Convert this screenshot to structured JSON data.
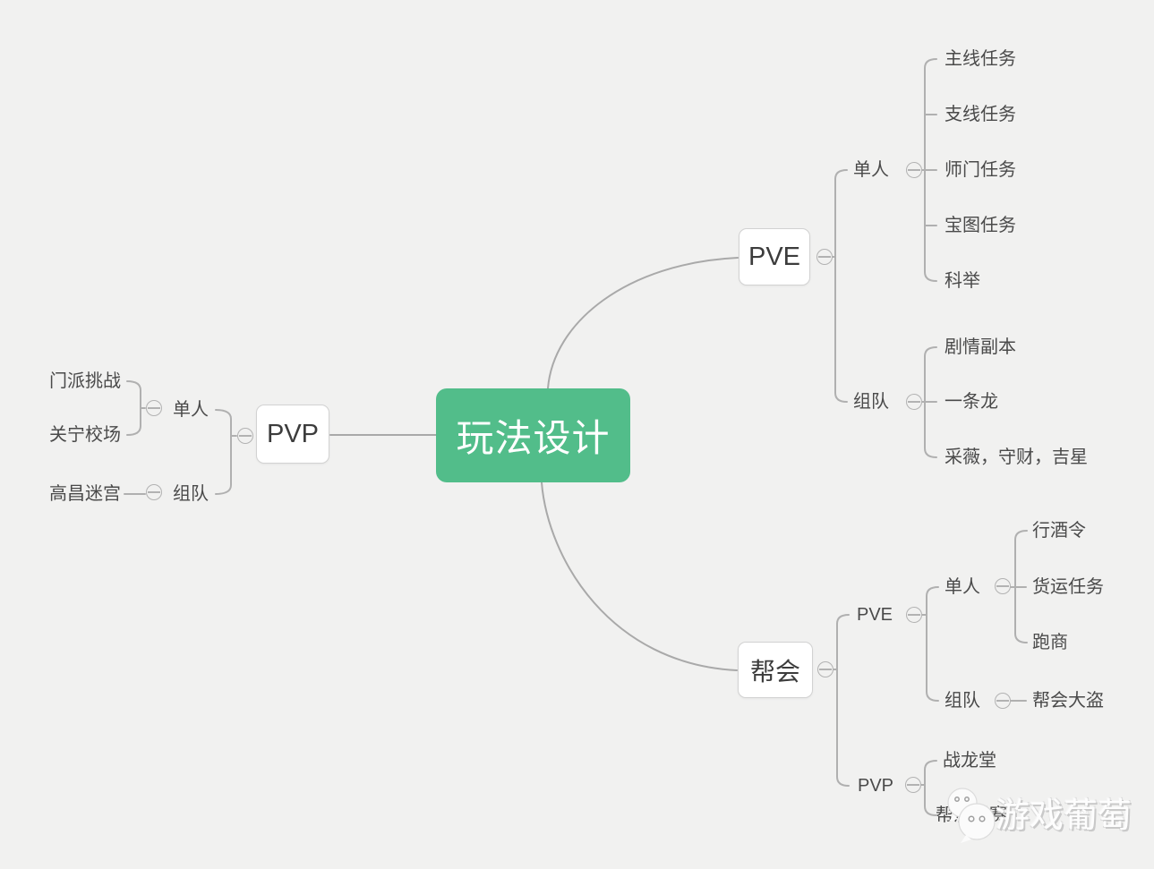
{
  "root": {
    "label": "玩法设计"
  },
  "top_branch": {
    "node": "PVE",
    "solo": {
      "label": "单人",
      "children": [
        "主线任务",
        "支线任务",
        "师门任务",
        "宝图任务",
        "科举"
      ]
    },
    "team": {
      "label": "组队",
      "children": [
        "剧情副本",
        "一条龙",
        "采薇，守财，吉星"
      ]
    }
  },
  "left_branch": {
    "node": "PVP",
    "solo": {
      "label": "单人",
      "children": [
        "门派挑战",
        "关宁校场"
      ]
    },
    "team": {
      "label": "组队",
      "children": [
        "高昌迷宫"
      ]
    }
  },
  "bottom_branch": {
    "node": "帮会",
    "pve": {
      "label": "PVE",
      "solo": {
        "label": "单人",
        "children": [
          "行酒令",
          "货运任务",
          "跑商"
        ]
      },
      "team": {
        "label": "组队",
        "children": [
          "帮会大盗"
        ]
      }
    },
    "pvp": {
      "label": "PVP",
      "children": [
        "战龙堂",
        "帮派联赛"
      ]
    }
  },
  "watermark": {
    "text": "游戏葡萄"
  },
  "colors": {
    "background": "#f1f1f0",
    "root_bg": "#52bd8a",
    "root_text": "#ffffff",
    "box_bg": "#ffffff",
    "box_border": "#d2d2d2",
    "line": "#b0b0b0",
    "text": "#4a4a4a"
  }
}
